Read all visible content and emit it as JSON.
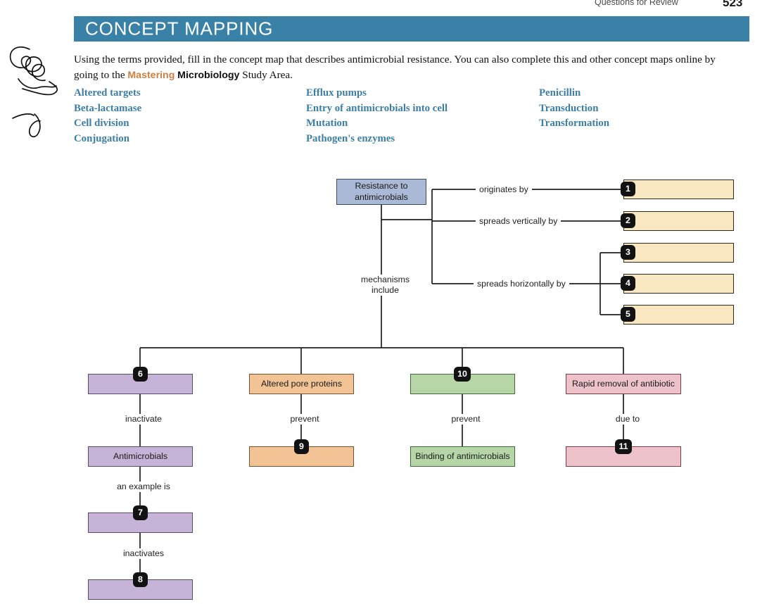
{
  "running_head": {
    "title": "Questions for Review",
    "page_number": "523"
  },
  "banner": {
    "title": "CONCEPT MAPPING"
  },
  "intro": {
    "line1": "Using the terms provided, fill in the concept map that describes antimicrobial resistance. You can also complete this and other concept maps",
    "line2_before": "online by going to the",
    "brand_mastering": "Mastering",
    "brand_microbiology": "Microbiology",
    "line2_after": "Study Area."
  },
  "term_bank": {
    "columns": [
      {
        "terms": [
          "Altered targets",
          "Beta-lactamase",
          "Cell division",
          "Conjugation"
        ]
      },
      {
        "terms": [
          "Efflux pumps",
          "Entry of antimicrobials into cell",
          "Mutation",
          "Pathogen's enzymes"
        ]
      },
      {
        "terms": [
          "Penicillin",
          "Transduction",
          "Transformation"
        ]
      }
    ]
  },
  "colors": {
    "banner": "#3a81a8",
    "term_text": "#3b7ea6",
    "mastering_orange": "#cf7f3f",
    "node_blue": "#a9b9d6",
    "node_cream": "#f8e7c1",
    "node_purple": "#c5b4d7",
    "node_orange": "#f2c394",
    "node_green": "#b6d6a7",
    "node_pink": "#eec2ca",
    "badge": "#121212"
  },
  "concept_map": {
    "root": {
      "label": "Resistance to antimicrobials"
    },
    "edge_labels": {
      "originates_by": "originates by",
      "spreads_vertically_by": "spreads vertically by",
      "spreads_horizontally_by": "spreads horizontally by",
      "mechanisms_include": "mechanisms include",
      "inactivate": "inactivate",
      "prevent_pore": "prevent",
      "prevent_binding": "prevent",
      "due_to": "due to",
      "an_example_is": "an example is",
      "inactivates": "inactivates"
    },
    "blanks": [
      {
        "number": "1",
        "label": ""
      },
      {
        "number": "2",
        "label": ""
      },
      {
        "number": "3",
        "label": ""
      },
      {
        "number": "4",
        "label": ""
      },
      {
        "number": "5",
        "label": ""
      },
      {
        "number": "6",
        "label": ""
      },
      {
        "number": "7",
        "label": ""
      },
      {
        "number": "8",
        "label": ""
      },
      {
        "number": "9",
        "label": ""
      },
      {
        "number": "10",
        "label": ""
      },
      {
        "number": "11",
        "label": ""
      }
    ],
    "filled": {
      "altered_pore_proteins": "Altered pore proteins",
      "antimicrobials": "Antimicrobials",
      "binding_of_antimicrobials": "Binding of antimicrobials",
      "rapid_removal_of_antibiotic": "Rapid removal of antibiotic"
    }
  }
}
